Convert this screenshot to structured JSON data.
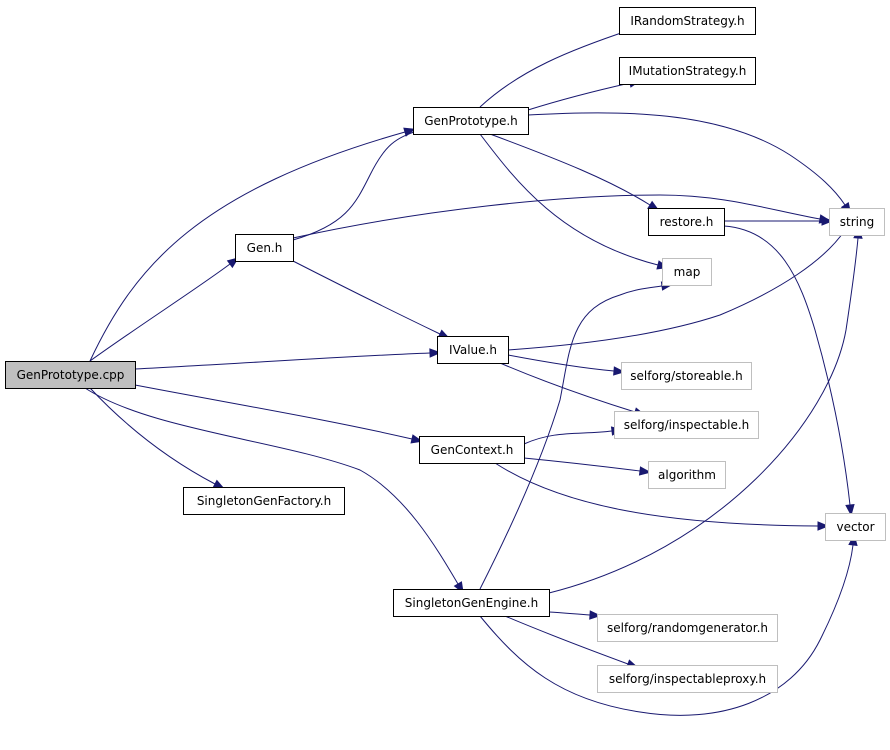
{
  "diagram": {
    "nodes": [
      {
        "id": "genprototype_cpp",
        "label": "GenPrototype.cpp",
        "kind": "root"
      },
      {
        "id": "gen_h",
        "label": "Gen.h",
        "kind": "local"
      },
      {
        "id": "genprototype_h",
        "label": "GenPrototype.h",
        "kind": "local"
      },
      {
        "id": "irandomstrategy_h",
        "label": "IRandomStrategy.h",
        "kind": "local"
      },
      {
        "id": "imutationstrategy_h",
        "label": "IMutationStrategy.h",
        "kind": "local"
      },
      {
        "id": "restore_h",
        "label": "restore.h",
        "kind": "local"
      },
      {
        "id": "string",
        "label": "string",
        "kind": "external"
      },
      {
        "id": "map",
        "label": "map",
        "kind": "external"
      },
      {
        "id": "ivalue_h",
        "label": "IValue.h",
        "kind": "local"
      },
      {
        "id": "selforg_storeable_h",
        "label": "selforg/storeable.h",
        "kind": "external"
      },
      {
        "id": "selforg_inspectable_h",
        "label": "selforg/inspectable.h",
        "kind": "external"
      },
      {
        "id": "gencontext_h",
        "label": "GenContext.h",
        "kind": "local"
      },
      {
        "id": "algorithm",
        "label": "algorithm",
        "kind": "external"
      },
      {
        "id": "vector",
        "label": "vector",
        "kind": "external"
      },
      {
        "id": "singletongenfactory_h",
        "label": "SingletonGenFactory.h",
        "kind": "local"
      },
      {
        "id": "singletongenengine_h",
        "label": "SingletonGenEngine.h",
        "kind": "local"
      },
      {
        "id": "selforg_randomgenerator_h",
        "label": "selforg/randomgenerator.h",
        "kind": "external"
      },
      {
        "id": "selforg_inspectableproxy_h",
        "label": "selforg/inspectableproxy.h",
        "kind": "external"
      }
    ],
    "edges": [
      {
        "from": "genprototype_cpp",
        "to": "genprototype_h"
      },
      {
        "from": "genprototype_cpp",
        "to": "gen_h"
      },
      {
        "from": "genprototype_cpp",
        "to": "ivalue_h"
      },
      {
        "from": "genprototype_cpp",
        "to": "gencontext_h"
      },
      {
        "from": "genprototype_cpp",
        "to": "singletongenfactory_h"
      },
      {
        "from": "genprototype_cpp",
        "to": "singletongenengine_h"
      },
      {
        "from": "gen_h",
        "to": "genprototype_h"
      },
      {
        "from": "gen_h",
        "to": "string"
      },
      {
        "from": "gen_h",
        "to": "ivalue_h"
      },
      {
        "from": "genprototype_h",
        "to": "irandomstrategy_h"
      },
      {
        "from": "genprototype_h",
        "to": "imutationstrategy_h"
      },
      {
        "from": "genprototype_h",
        "to": "string"
      },
      {
        "from": "genprototype_h",
        "to": "restore_h"
      },
      {
        "from": "genprototype_h",
        "to": "map"
      },
      {
        "from": "restore_h",
        "to": "string"
      },
      {
        "from": "restore_h",
        "to": "vector"
      },
      {
        "from": "ivalue_h",
        "to": "string"
      },
      {
        "from": "ivalue_h",
        "to": "selforg_storeable_h"
      },
      {
        "from": "ivalue_h",
        "to": "selforg_inspectable_h"
      },
      {
        "from": "gencontext_h",
        "to": "selforg_inspectable_h"
      },
      {
        "from": "gencontext_h",
        "to": "algorithm"
      },
      {
        "from": "gencontext_h",
        "to": "vector"
      },
      {
        "from": "singletongenengine_h",
        "to": "map"
      },
      {
        "from": "singletongenengine_h",
        "to": "string"
      },
      {
        "from": "singletongenengine_h",
        "to": "selforg_randomgenerator_h"
      },
      {
        "from": "singletongenengine_h",
        "to": "selforg_inspectableproxy_h"
      },
      {
        "from": "singletongenengine_h",
        "to": "vector"
      }
    ]
  },
  "colors": {
    "edge": "#191970",
    "root_fill": "#bfbfbf",
    "node_fill": "#ffffff",
    "local_border": "#000000",
    "external_border": "#bfbfbf",
    "text": "#000000"
  }
}
